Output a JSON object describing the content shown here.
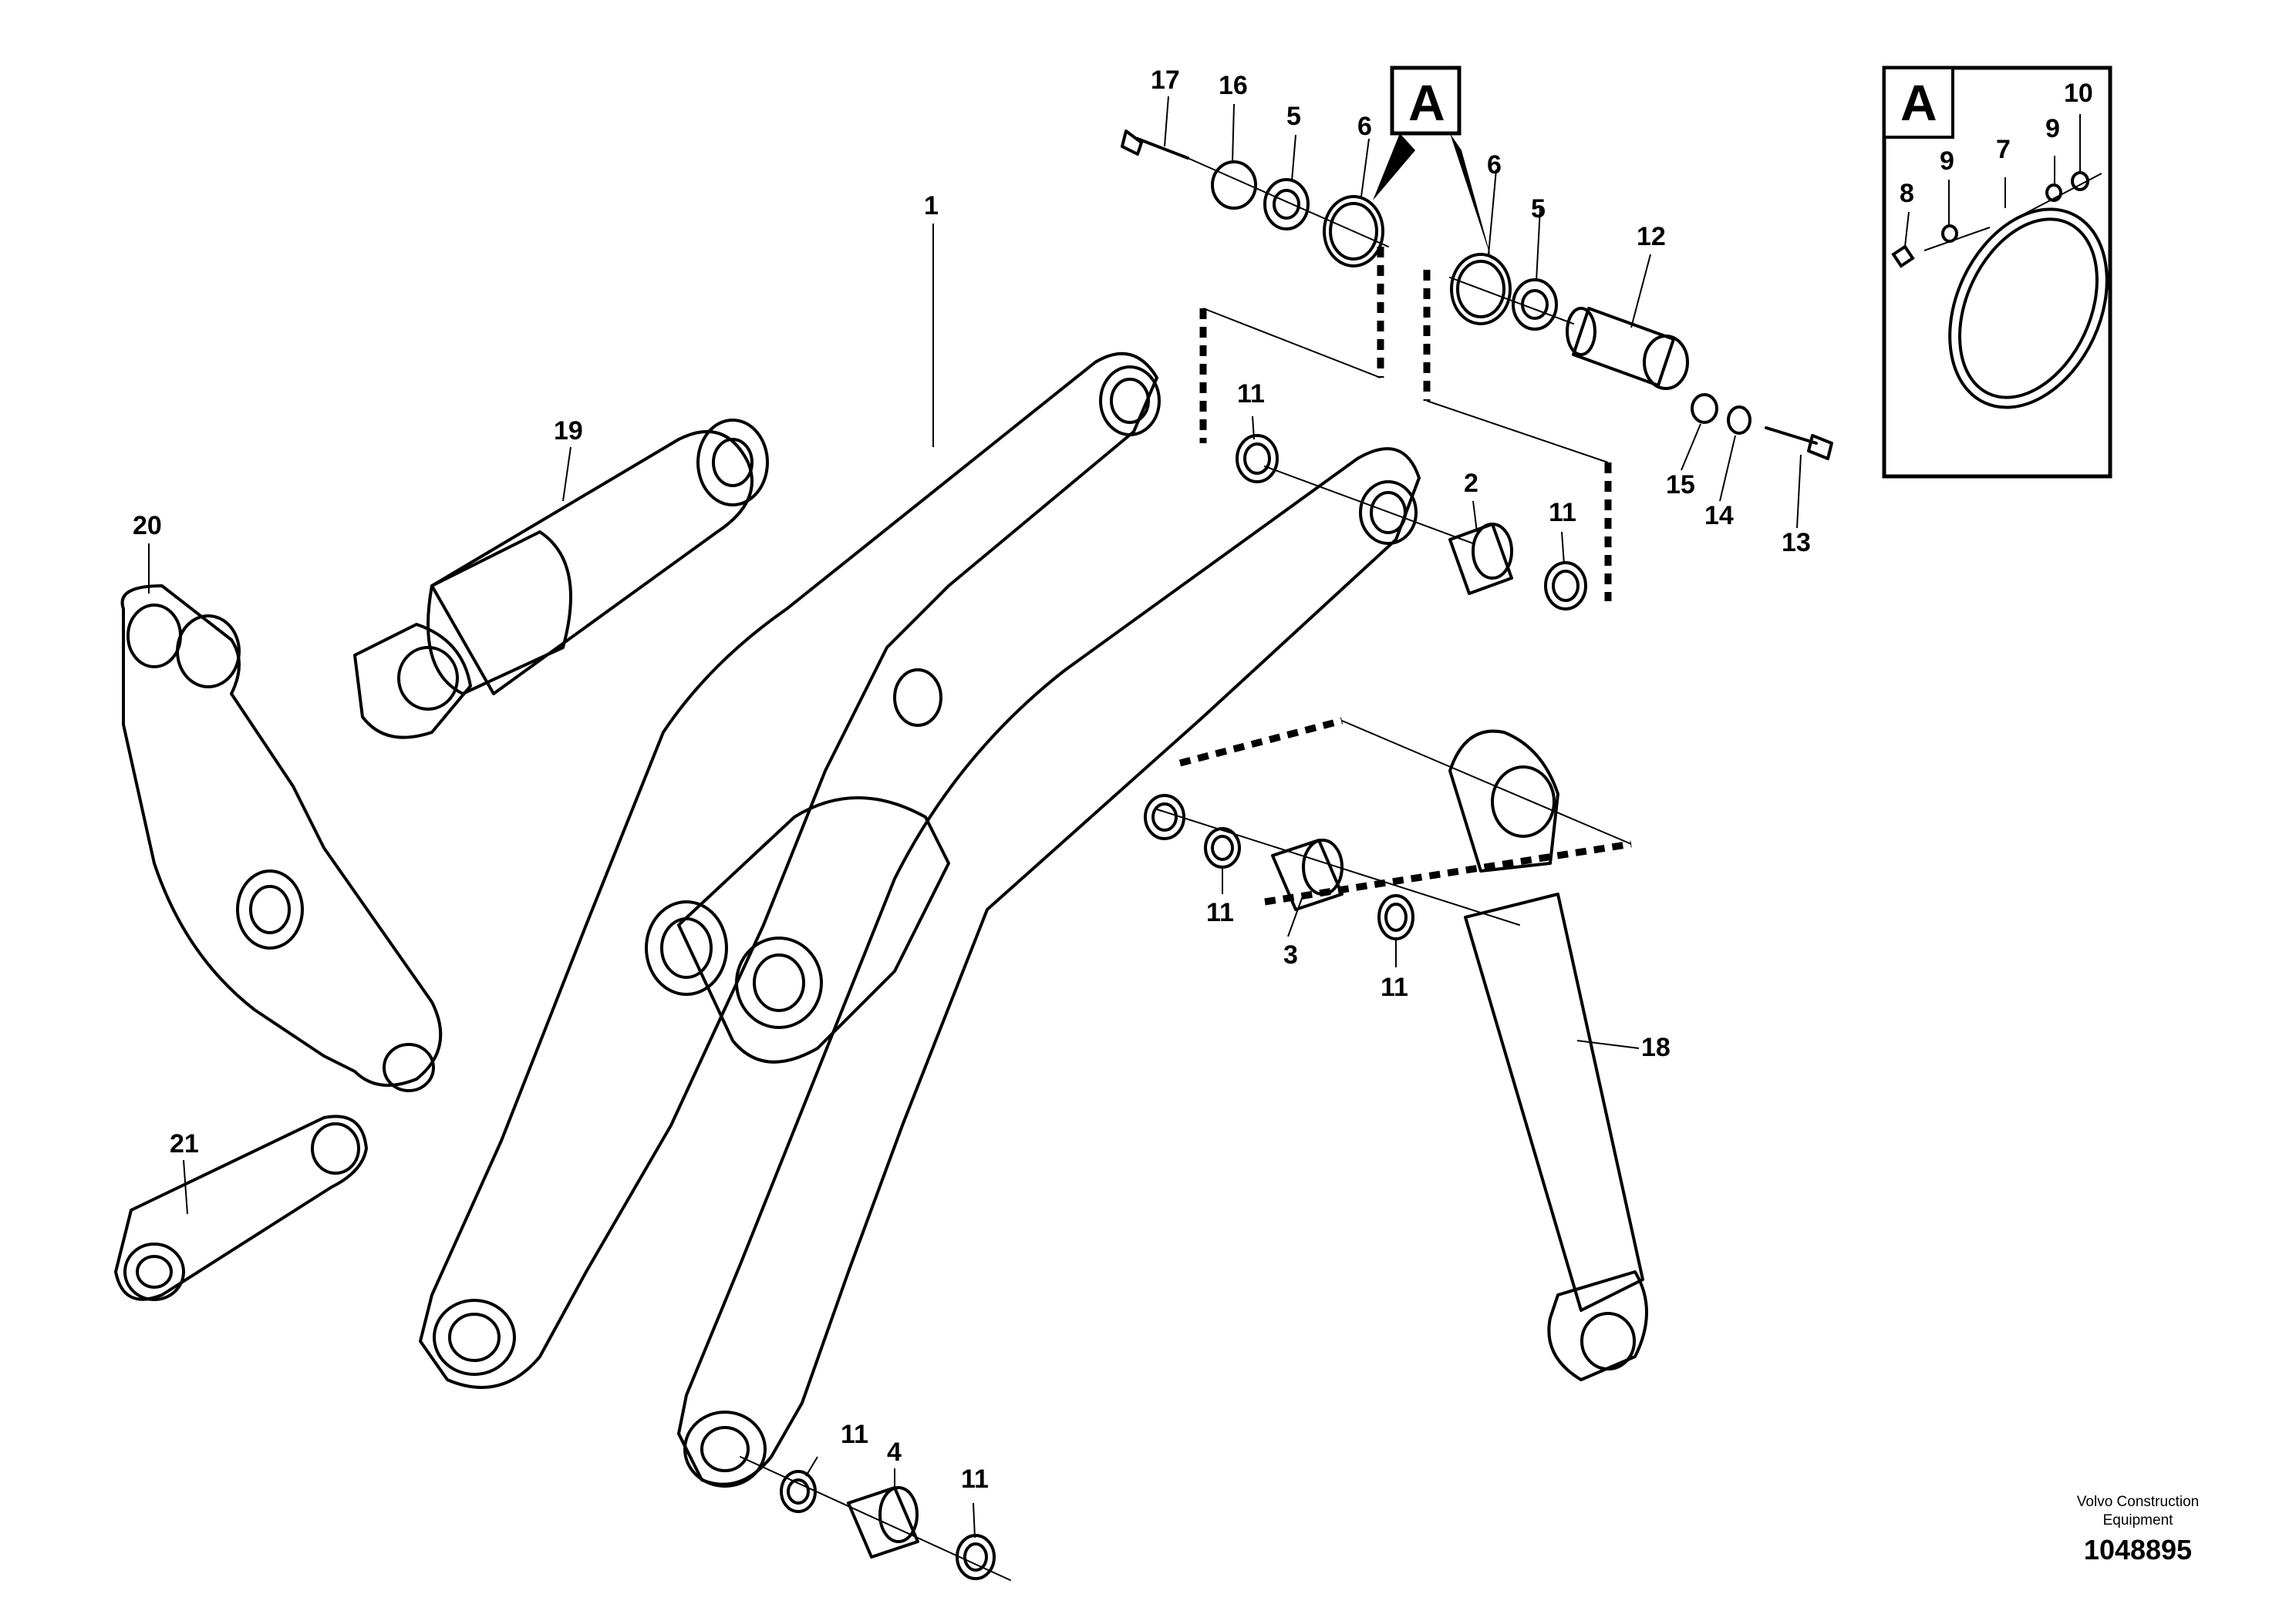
{
  "detail_marker": "A",
  "callouts": {
    "c1": "1",
    "c2": "2",
    "c3": "3",
    "c4": "4",
    "c5a": "5",
    "c5b": "5",
    "c6a": "6",
    "c6b": "6",
    "c7": "7",
    "c8": "8",
    "c9a": "9",
    "c9b": "9",
    "c10": "10",
    "c11a": "11",
    "c11b": "11",
    "c11c": "11",
    "c11d": "11",
    "c11e": "11",
    "c11f": "11",
    "c12": "12",
    "c13": "13",
    "c14": "14",
    "c15": "15",
    "c16": "16",
    "c17": "17",
    "c18": "18",
    "c19": "19",
    "c20": "20",
    "c21": "21"
  },
  "credit": {
    "line1": "Volvo Construction",
    "line2": "Equipment",
    "drawing_number": "1048895"
  }
}
